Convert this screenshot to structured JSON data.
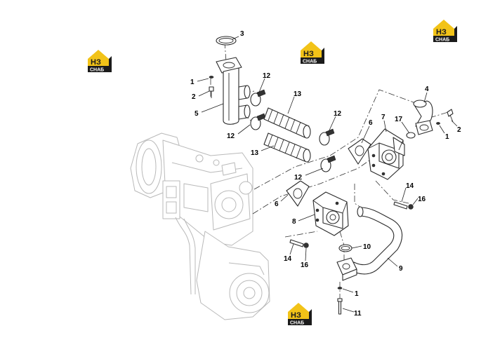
{
  "callouts": [
    {
      "id": "c3",
      "label": "3"
    },
    {
      "id": "c1a",
      "label": "1"
    },
    {
      "id": "c2a",
      "label": "2"
    },
    {
      "id": "c5",
      "label": "5"
    },
    {
      "id": "c12a",
      "label": "12"
    },
    {
      "id": "c13a",
      "label": "13"
    },
    {
      "id": "c12b",
      "label": "12"
    },
    {
      "id": "c12c",
      "label": "12"
    },
    {
      "id": "c13b",
      "label": "13"
    },
    {
      "id": "c4",
      "label": "4"
    },
    {
      "id": "c2b",
      "label": "2"
    },
    {
      "id": "c1b",
      "label": "1"
    },
    {
      "id": "c7",
      "label": "7"
    },
    {
      "id": "c17",
      "label": "17"
    },
    {
      "id": "c6a",
      "label": "6"
    },
    {
      "id": "c12d",
      "label": "12"
    },
    {
      "id": "c6b",
      "label": "6"
    },
    {
      "id": "c14a",
      "label": "14"
    },
    {
      "id": "c16a",
      "label": "16"
    },
    {
      "id": "c8",
      "label": "8"
    },
    {
      "id": "c10",
      "label": "10"
    },
    {
      "id": "c9",
      "label": "9"
    },
    {
      "id": "c14b",
      "label": "14"
    },
    {
      "id": "c16b",
      "label": "16"
    },
    {
      "id": "c1c",
      "label": "1"
    },
    {
      "id": "c11",
      "label": "11"
    }
  ],
  "watermark": {
    "mark": "НЗ",
    "caption": "СНАБ",
    "colors": {
      "yellow": "#f2c318",
      "dark": "#1b1b1b"
    }
  }
}
